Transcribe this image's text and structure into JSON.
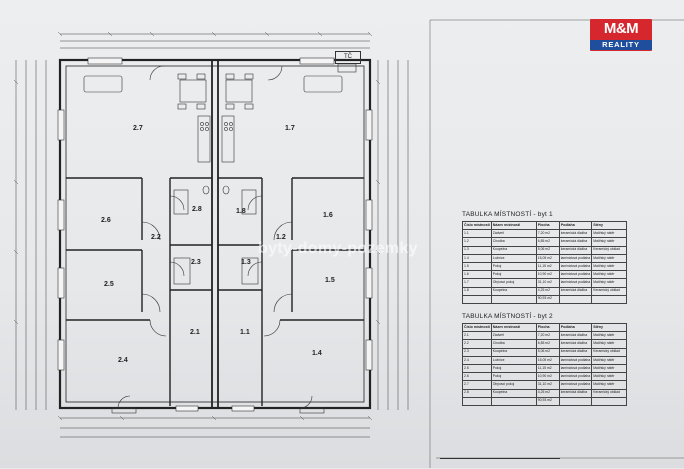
{
  "logo": {
    "brand": "M&M",
    "subbrand": "REALITY"
  },
  "watermark": "byty-domy-pozemky",
  "tc_label": "TČ",
  "rooms": [
    {
      "id": "2.7",
      "label": "2.7"
    },
    {
      "id": "1.7",
      "label": "1.7"
    },
    {
      "id": "2.6",
      "label": "2.6"
    },
    {
      "id": "2.8",
      "label": "2.8"
    },
    {
      "id": "1.8",
      "label": "1.8"
    },
    {
      "id": "1.6",
      "label": "1.6"
    },
    {
      "id": "2.2",
      "label": "2.2"
    },
    {
      "id": "1.2",
      "label": "1.2"
    },
    {
      "id": "2.3",
      "label": "2.3"
    },
    {
      "id": "1.3",
      "label": "1.3"
    },
    {
      "id": "2.5",
      "label": "2.5"
    },
    {
      "id": "1.5",
      "label": "1.5"
    },
    {
      "id": "2.1",
      "label": "2.1"
    },
    {
      "id": "1.1",
      "label": "1.1"
    },
    {
      "id": "2.4",
      "label": "2.4"
    },
    {
      "id": "1.4",
      "label": "1.4"
    }
  ],
  "table1": {
    "title": "TABULKA MÍSTNOSTÍ - byt 1",
    "headers": [
      "Číslo místnosti",
      "Název místnosti",
      "Plocha",
      "Podlaha",
      "Stěny"
    ],
    "rows": [
      [
        "1.1",
        "Zádveří",
        "7,20 m2",
        "keramická dlažba",
        "Malířský nátěr"
      ],
      [
        "1.2",
        "Chodba",
        "6,85 m2",
        "keramická dlažba",
        "Malířský nátěr"
      ],
      [
        "1.3",
        "Koupelna",
        "5,06 m2",
        "keramická dlažba",
        "Keramický obklad"
      ],
      [
        "1.4",
        "Ložnice",
        "15,05 m2",
        "laminátová podlaha",
        "Malířský nátěr"
      ],
      [
        "1.5",
        "Pokoj",
        "11,15 m2",
        "laminátová podlaha",
        "Malířský nátěr"
      ],
      [
        "1.6",
        "Pokoj",
        "10,90 m2",
        "laminátová podlaha",
        "Malířský nátěr"
      ],
      [
        "1.7",
        "Obývací pokoj",
        "31,10 m2",
        "laminátová podlaha",
        "Malířský nátěr"
      ],
      [
        "1.8",
        "Koupelna",
        "4,25 m2",
        "keramická dlažba",
        "Keramický obklad"
      ]
    ],
    "total": "90,93 m2"
  },
  "table2": {
    "title": "TABULKA MÍSTNOSTÍ - byt 2",
    "headers": [
      "Číslo místnosti",
      "Název místnosti",
      "Plocha",
      "Podlaha",
      "Stěny"
    ],
    "rows": [
      [
        "2.1",
        "Zádveří",
        "7,20 m2",
        "keramická dlažba",
        "Malířský nátěr"
      ],
      [
        "2.2",
        "Chodba",
        "6,85 m2",
        "keramická dlažba",
        "Malířský nátěr"
      ],
      [
        "2.3",
        "Koupelna",
        "5,06 m2",
        "keramická dlažba",
        "Keramický obklad"
      ],
      [
        "2.4",
        "Ložnice",
        "15,05 m2",
        "laminátová podlaha",
        "Malířský nátěr"
      ],
      [
        "2.5",
        "Pokoj",
        "11,15 m2",
        "laminátová podlaha",
        "Malířský nátěr"
      ],
      [
        "2.6",
        "Pokoj",
        "10,90 m2",
        "laminátová podlaha",
        "Malířský nátěr"
      ],
      [
        "2.7",
        "Obývací pokoj",
        "31,10 m2",
        "laminátová podlaha",
        "Malířský nátěr"
      ],
      [
        "2.8",
        "Koupelna",
        "4,25 m2",
        "keramická dlažba",
        "Keramický obklad"
      ]
    ],
    "total": "90,93 m2"
  }
}
